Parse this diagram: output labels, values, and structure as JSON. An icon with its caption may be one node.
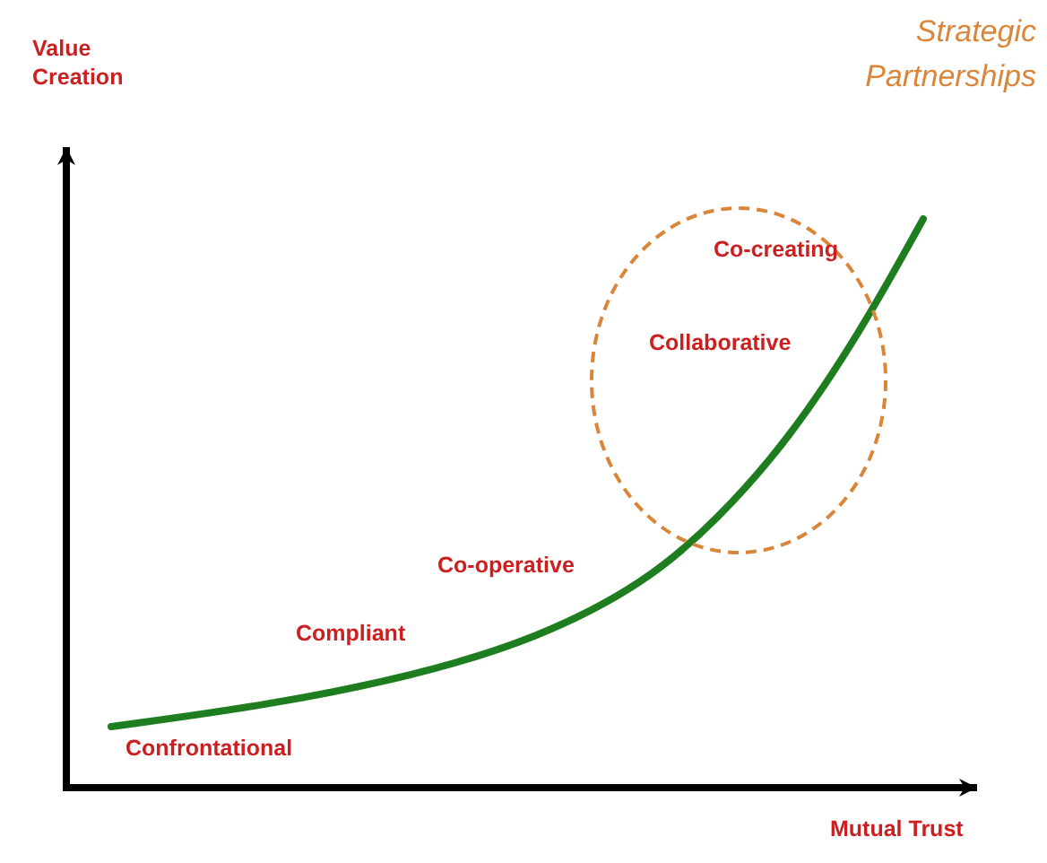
{
  "diagram": {
    "nodes": [
      {
        "text": [
          "Strategic Partnerships"
        ]
      }
    ],
    "labels": [
      "Value Creation",
      "Co-creating",
      "Collaborative",
      "Co-operative",
      "Compliant",
      "Confrontational",
      "Mutual Trust"
    ]
  }
}
